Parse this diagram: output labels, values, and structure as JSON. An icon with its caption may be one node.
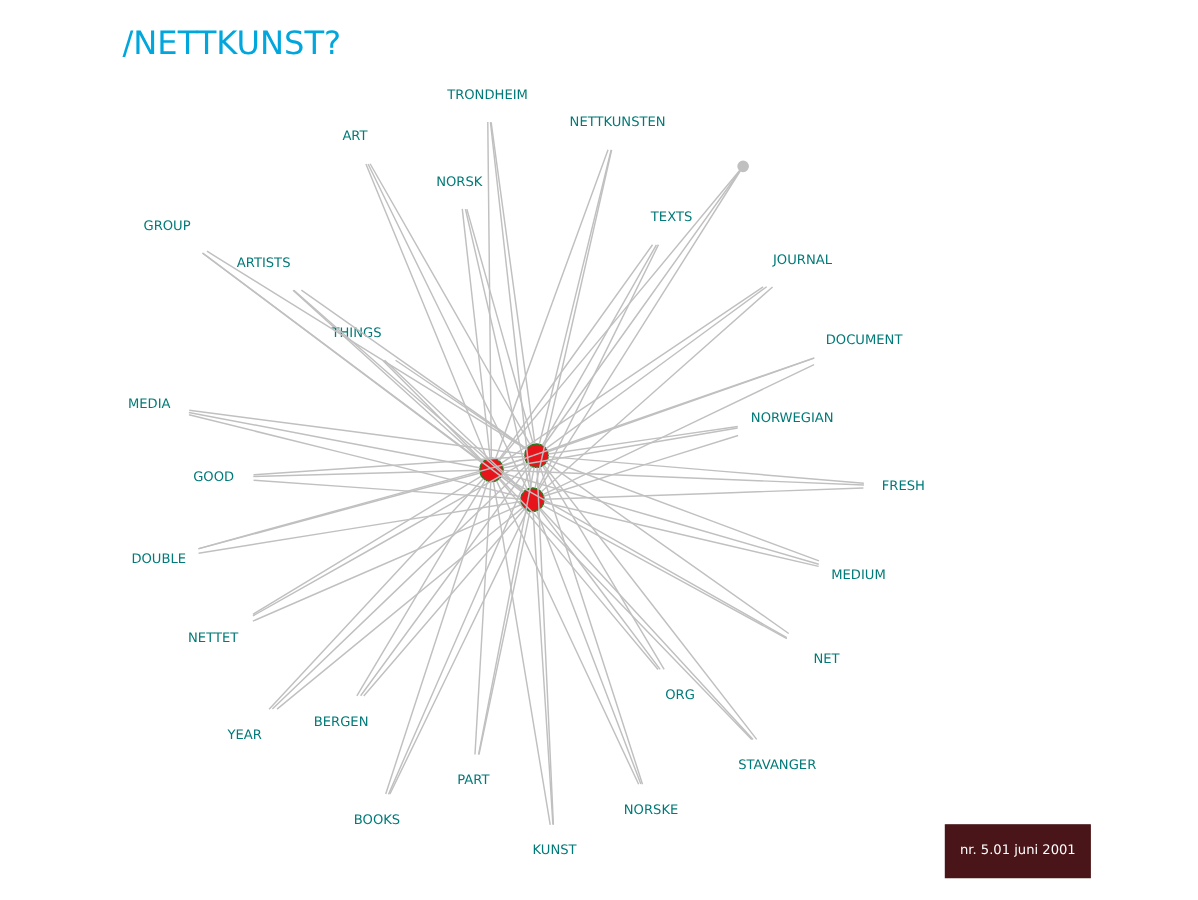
{
  "diagram": {
    "title": "/NETTKUNST?",
    "nodes": [
      {
        "text": [],
        "shape": "circle"
      },
      {
        "text": [],
        "shape": "circle"
      },
      {
        "text": [],
        "shape": "circle"
      },
      {
        "text": [
          "ART"
        ]
      },
      {
        "text": [
          "NORWEGIAN"
        ]
      },
      {
        "text": [
          "GOOD"
        ]
      },
      {
        "text": [
          "YEAR"
        ]
      },
      {
        "text": [
          "NET"
        ]
      },
      {
        "text": [
          "BOOKS"
        ]
      },
      {
        "text": [
          "NORSKE"
        ]
      },
      {
        "text": [
          "PART"
        ]
      },
      {
        "text": [
          "DOUBLE"
        ]
      },
      {
        "text": [
          "FRESH"
        ]
      },
      {
        "text": [
          "DOCUMENT"
        ]
      },
      {
        "text": [
          "NETTKUNSTEN"
        ]
      },
      {
        "text": [
          "ORG"
        ]
      },
      {
        "text": [
          "STAVANGER"
        ]
      },
      {
        "text": [
          "GROUP"
        ]
      },
      {
        "text": [
          "MEDIA"
        ]
      },
      {
        "text": [
          "ARTISTS"
        ]
      },
      {
        "text": [
          "THINGS"
        ]
      },
      {
        "text": [
          "NETTET"
        ]
      },
      {
        "text": [
          "TEXTS"
        ]
      },
      {
        "text": [],
        "shape": "circle"
      },
      {
        "text": [
          "TRONDHEIM"
        ]
      },
      {
        "text": [
          "KUNST"
        ]
      },
      {
        "text": [
          "JOURNAL"
        ]
      },
      {
        "text": [
          "NORSK"
        ]
      },
      {
        "text": [
          "BERGEN"
        ]
      },
      {
        "text": [
          "MEDIUM"
        ]
      }
    ],
    "edges": [
      {
        "from": 0,
        "to": 3,
        "arrow": "none"
      },
      {
        "from": 1,
        "to": 3,
        "arrow": "none"
      },
      {
        "from": 2,
        "to": 3,
        "arrow": "none"
      },
      {
        "from": 0,
        "to": 4,
        "arrow": "none"
      },
      {
        "from": 1,
        "to": 4,
        "arrow": "none"
      },
      {
        "from": 2,
        "to": 4,
        "arrow": "none"
      },
      {
        "from": 0,
        "to": 5,
        "arrow": "none"
      },
      {
        "from": 1,
        "to": 5,
        "arrow": "none"
      },
      {
        "from": 2,
        "to": 5,
        "arrow": "none"
      },
      {
        "from": 0,
        "to": 6,
        "arrow": "none"
      },
      {
        "from": 1,
        "to": 6,
        "arrow": "none"
      },
      {
        "from": 2,
        "to": 6,
        "arrow": "none"
      },
      {
        "from": 0,
        "to": 7,
        "arrow": "none"
      },
      {
        "from": 1,
        "to": 7,
        "arrow": "none"
      },
      {
        "from": 2,
        "to": 7,
        "arrow": "none"
      },
      {
        "from": 0,
        "to": 8,
        "arrow": "none"
      },
      {
        "from": 1,
        "to": 8,
        "arrow": "none"
      },
      {
        "from": 2,
        "to": 8,
        "arrow": "none"
      },
      {
        "from": 0,
        "to": 9,
        "arrow": "none"
      },
      {
        "from": 1,
        "to": 9,
        "arrow": "none"
      },
      {
        "from": 2,
        "to": 9,
        "arrow": "none"
      },
      {
        "from": 0,
        "to": 10,
        "arrow": "none"
      },
      {
        "from": 1,
        "to": 10,
        "arrow": "none"
      },
      {
        "from": 2,
        "to": 10,
        "arrow": "none"
      },
      {
        "from": 0,
        "to": 11,
        "arrow": "none"
      },
      {
        "from": 1,
        "to": 11,
        "arrow": "none"
      },
      {
        "from": 2,
        "to": 11,
        "arrow": "none"
      },
      {
        "from": 0,
        "to": 12,
        "arrow": "none"
      },
      {
        "from": 1,
        "to": 12,
        "arrow": "none"
      },
      {
        "from": 2,
        "to": 12,
        "arrow": "none"
      },
      {
        "from": 0,
        "to": 13,
        "arrow": "none"
      },
      {
        "from": 1,
        "to": 13,
        "arrow": "none"
      },
      {
        "from": 2,
        "to": 13,
        "arrow": "none"
      },
      {
        "from": 0,
        "to": 14,
        "arrow": "none"
      },
      {
        "from": 1,
        "to": 14,
        "arrow": "none"
      },
      {
        "from": 2,
        "to": 14,
        "arrow": "none"
      },
      {
        "from": 0,
        "to": 15,
        "arrow": "none"
      },
      {
        "from": 1,
        "to": 15,
        "arrow": "none"
      },
      {
        "from": 2,
        "to": 15,
        "arrow": "none"
      },
      {
        "from": 0,
        "to": 16,
        "arrow": "none"
      },
      {
        "from": 1,
        "to": 16,
        "arrow": "none"
      },
      {
        "from": 2,
        "to": 16,
        "arrow": "none"
      },
      {
        "from": 0,
        "to": 17,
        "arrow": "none"
      },
      {
        "from": 1,
        "to": 17,
        "arrow": "none"
      },
      {
        "from": 2,
        "to": 17,
        "arrow": "none"
      },
      {
        "from": 0,
        "to": 18,
        "arrow": "none"
      },
      {
        "from": 1,
        "to": 18,
        "arrow": "none"
      },
      {
        "from": 2,
        "to": 18,
        "arrow": "none"
      },
      {
        "from": 0,
        "to": 19,
        "arrow": "none"
      },
      {
        "from": 1,
        "to": 19,
        "arrow": "none"
      },
      {
        "from": 2,
        "to": 19,
        "arrow": "none"
      },
      {
        "from": 0,
        "to": 20,
        "arrow": "none"
      },
      {
        "from": 1,
        "to": 20,
        "arrow": "none"
      },
      {
        "from": 2,
        "to": 20,
        "arrow": "none"
      },
      {
        "from": 0,
        "to": 21,
        "arrow": "none"
      },
      {
        "from": 1,
        "to": 21,
        "arrow": "none"
      },
      {
        "from": 2,
        "to": 21,
        "arrow": "none"
      },
      {
        "from": 0,
        "to": 22,
        "arrow": "none"
      },
      {
        "from": 1,
        "to": 22,
        "arrow": "none"
      },
      {
        "from": 2,
        "to": 22,
        "arrow": "none"
      },
      {
        "from": 0,
        "to": 23,
        "arrow": "none"
      },
      {
        "from": 1,
        "to": 23,
        "arrow": "none"
      },
      {
        "from": 2,
        "to": 23,
        "arrow": "none"
      },
      {
        "from": 0,
        "to": 24,
        "arrow": "none"
      },
      {
        "from": 1,
        "to": 24,
        "arrow": "none"
      },
      {
        "from": 2,
        "to": 24,
        "arrow": "none"
      },
      {
        "from": 0,
        "to": 25,
        "arrow": "none"
      },
      {
        "from": 1,
        "to": 25,
        "arrow": "none"
      },
      {
        "from": 2,
        "to": 25,
        "arrow": "none"
      },
      {
        "from": 0,
        "to": 26,
        "arrow": "none"
      },
      {
        "from": 1,
        "to": 26,
        "arrow": "none"
      },
      {
        "from": 2,
        "to": 26,
        "arrow": "none"
      },
      {
        "from": 0,
        "to": 27,
        "arrow": "none"
      },
      {
        "from": 1,
        "to": 27,
        "arrow": "none"
      },
      {
        "from": 2,
        "to": 27,
        "arrow": "none"
      },
      {
        "from": 0,
        "to": 28,
        "arrow": "none"
      },
      {
        "from": 1,
        "to": 28,
        "arrow": "none"
      },
      {
        "from": 2,
        "to": 28,
        "arrow": "none"
      },
      {
        "from": 0,
        "to": 29,
        "arrow": "none"
      },
      {
        "from": 1,
        "to": 29,
        "arrow": "none"
      },
      {
        "from": 2,
        "to": 29,
        "arrow": "none"
      }
    ],
    "labels": [
      "nr. 5.01 juni 2001"
    ]
  }
}
